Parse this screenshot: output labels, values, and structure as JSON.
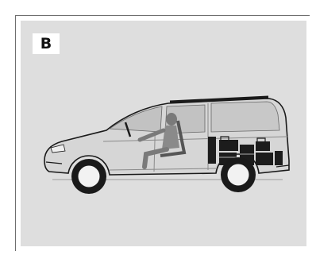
{
  "figure": {
    "label": "B"
  },
  "colors": {
    "panel_background": "#dedede",
    "vehicle_outline": "#1a1a1a",
    "vehicle_body": "#d8d8d8",
    "glass": "#c4c4c4",
    "luggage": "#1c1c1c"
  },
  "icons": {
    "vehicle": "station-wagon-side-view",
    "occupant": "seated-driver",
    "cargo": "stacked-luggage"
  }
}
